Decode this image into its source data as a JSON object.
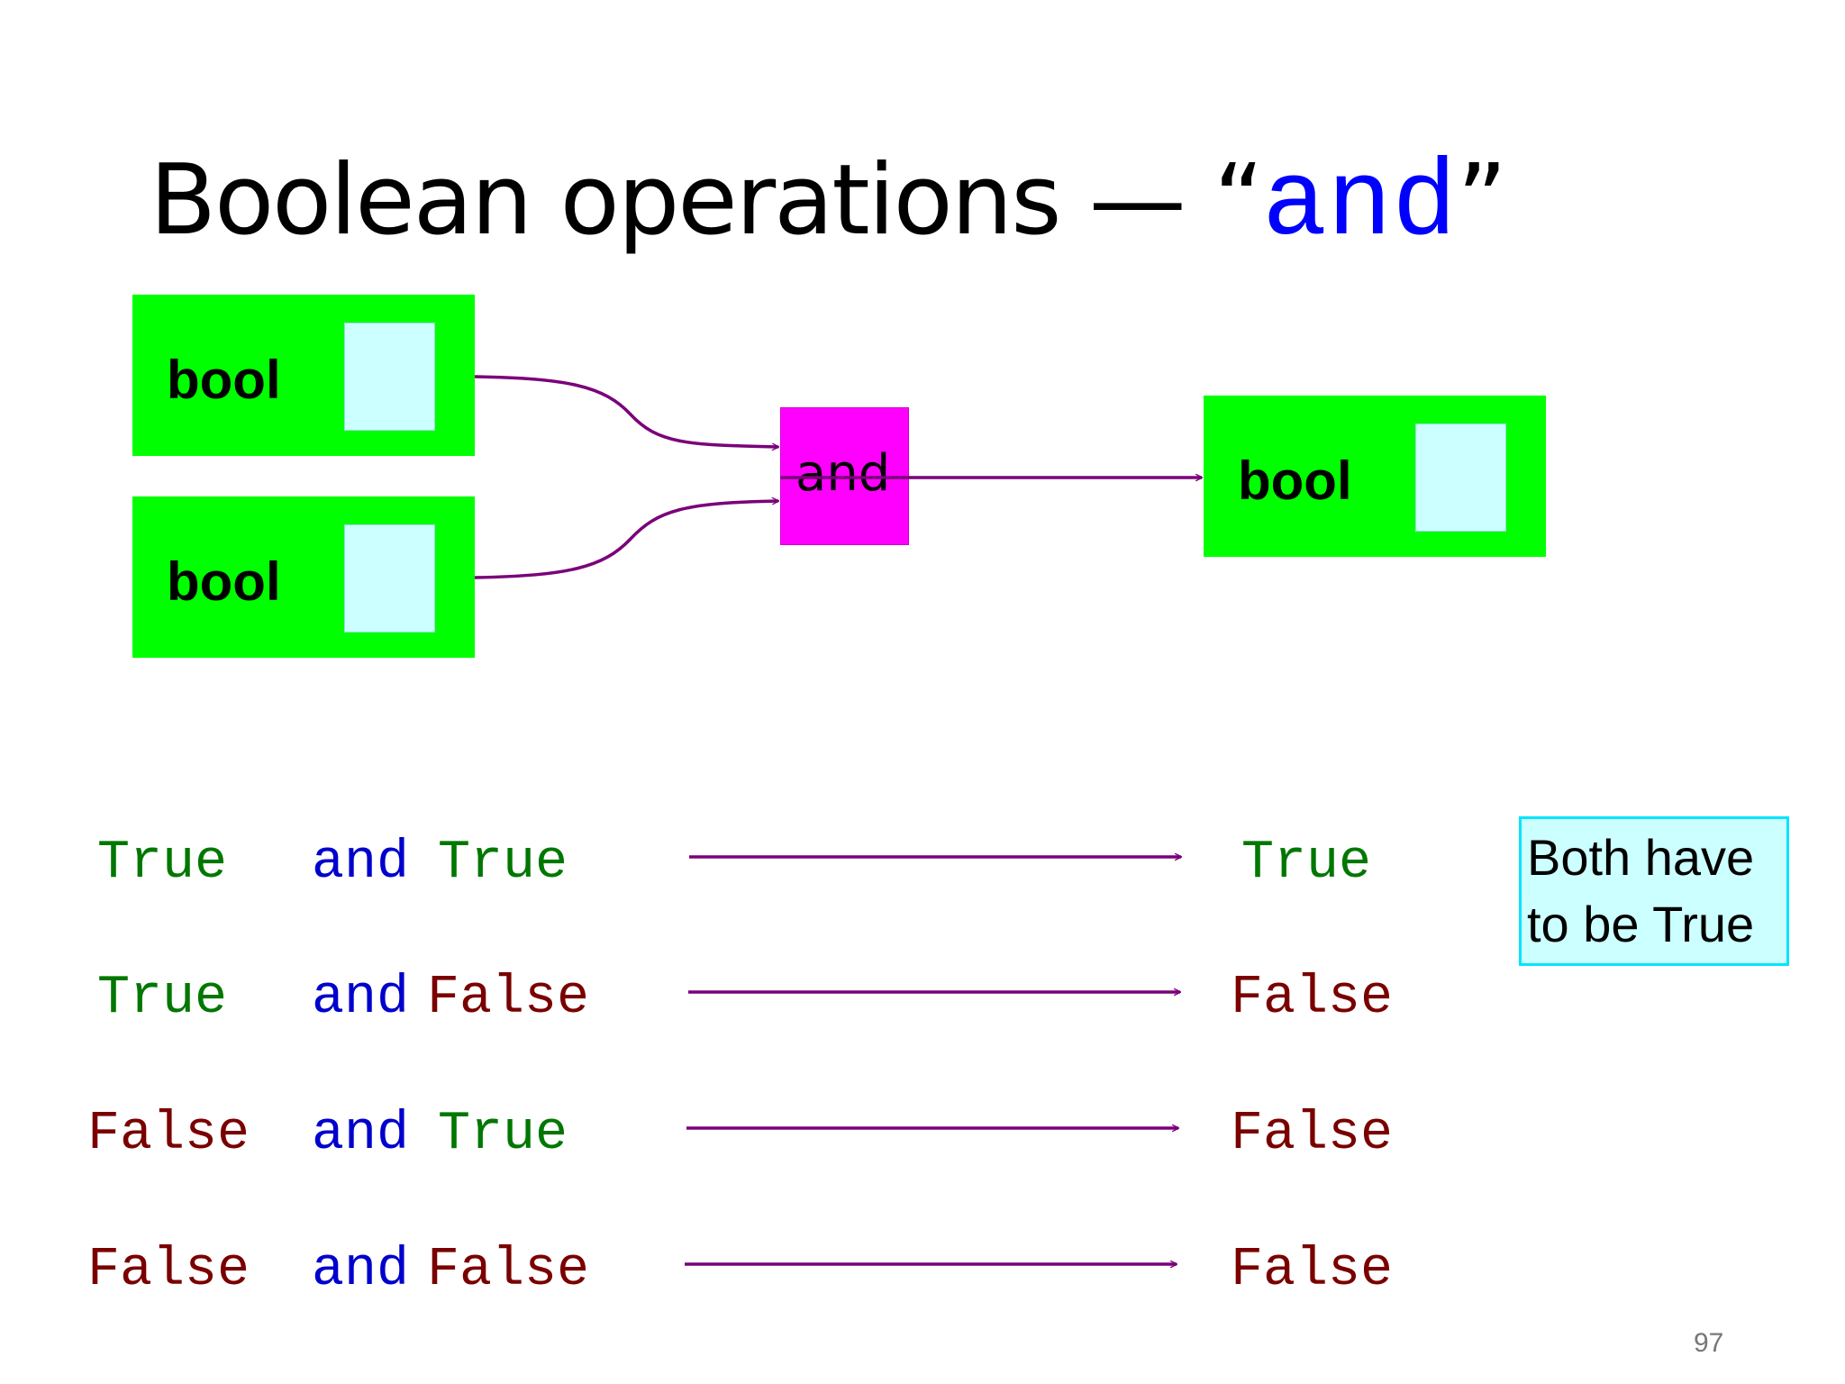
{
  "title": {
    "text": "Boolean operations — “",
    "keyword": "and",
    "close_quote": "”"
  },
  "diagram": {
    "input_a_label": "bool",
    "input_b_label": "bool",
    "operator_label": "and",
    "output_label": "bool"
  },
  "truth_table": [
    {
      "left": "True",
      "left_kind": "true",
      "op": "and",
      "right": "True",
      "right_kind": "true",
      "result": "True",
      "result_kind": "true"
    },
    {
      "left": "True",
      "left_kind": "true",
      "op": "and",
      "right": "False",
      "right_kind": "false",
      "result": "False",
      "result_kind": "false"
    },
    {
      "left": "False",
      "left_kind": "false",
      "op": "and",
      "right": "True",
      "right_kind": "true",
      "result": "False",
      "result_kind": "false"
    },
    {
      "left": "False",
      "left_kind": "false",
      "op": "and",
      "right": "False",
      "right_kind": "false",
      "result": "False",
      "result_kind": "false"
    }
  ],
  "note": {
    "line1": "Both have",
    "line2": "to be True"
  },
  "page_number": "97",
  "colors": {
    "box_fill": "#00ff00",
    "slot_fill": "#ccffff",
    "operator_fill": "#ff00ff",
    "arrow": "#7a007a",
    "keyword": "#0000ff",
    "true_value": "#007700",
    "false_value": "#7a0000",
    "note_border": "#00e5ff"
  }
}
